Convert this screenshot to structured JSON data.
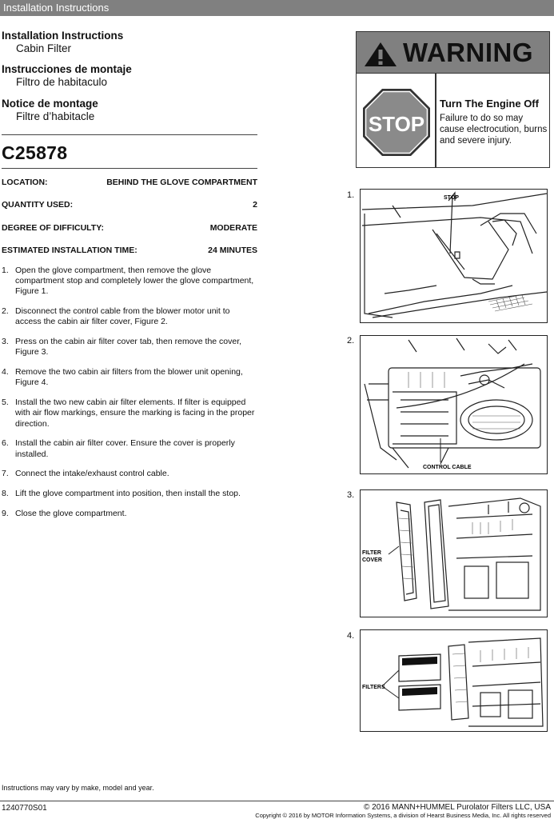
{
  "banner": {
    "title": "Installation Instructions"
  },
  "header": {
    "en_title": "Installation Instructions",
    "en_sub": "Cabin Filter",
    "es_title": "Instrucciones de montaje",
    "es_sub": "Filtro de habitaculo",
    "fr_title": "Notice de montage",
    "fr_sub": "Filtre d’habitacle"
  },
  "part_number": "C25878",
  "specs": [
    {
      "label": "LOCATION:",
      "value": "BEHIND THE GLOVE COMPARTMENT"
    },
    {
      "label": "QUANTITY USED:",
      "value": "2"
    },
    {
      "label": "DEGREE OF DIFFICULTY:",
      "value": "MODERATE"
    },
    {
      "label": "ESTIMATED INSTALLATION TIME:",
      "value": "24 MINUTES"
    }
  ],
  "steps": [
    {
      "num": "1.",
      "text": "Open the glove compartment, then remove the glove compartment stop and completely lower the glove compartment, Figure 1."
    },
    {
      "num": "2.",
      "text": "Disconnect the control cable from the blower motor unit to access the cabin air filter cover, Figure 2."
    },
    {
      "num": "3.",
      "text": "Press on the cabin air filter cover tab, then remove the cover, Figure 3."
    },
    {
      "num": "4.",
      "text": "Remove the two cabin air filters from the blower unit opening, Figure 4."
    },
    {
      "num": "5.",
      "text": "Install the two new cabin air filter elements. If filter is equipped with air flow markings, ensure the marking is facing in the proper direction."
    },
    {
      "num": "6.",
      "text": "Install the cabin air filter cover. Ensure the cover is properly installed."
    },
    {
      "num": "7.",
      "text": "Connect the intake/exhaust control cable."
    },
    {
      "num": "8.",
      "text": "Lift the glove compartment into position, then install the stop."
    },
    {
      "num": "9.",
      "text": "Close the glove compartment."
    }
  ],
  "warning": {
    "heading": "WARNING",
    "stop_sign": "STOP",
    "title": "Turn The Engine Off",
    "body": "Failure to do so may cause electrocution, burns and severe injury.",
    "colors": {
      "panel": "#808080",
      "stop_sign": "#8a8a8a"
    }
  },
  "figures": [
    {
      "num": "1.",
      "label": "STOP"
    },
    {
      "num": "2.",
      "label": "CONTROL CABLE"
    },
    {
      "num": "3.",
      "label_line1": "FILTER",
      "label_line2": "COVER"
    },
    {
      "num": "4.",
      "label": "FILTERS"
    }
  ],
  "footer": {
    "note": "Instructions may vary by make, model and year.",
    "code": "1240770S01",
    "copyright": "© 2016 MANN+HUMMEL Purolator Filters LLC, USA",
    "copyright2": "Copyright © 2016 by MOTOR Information Systems, a division of Hearst Business Media, Inc. All rights reserved"
  }
}
